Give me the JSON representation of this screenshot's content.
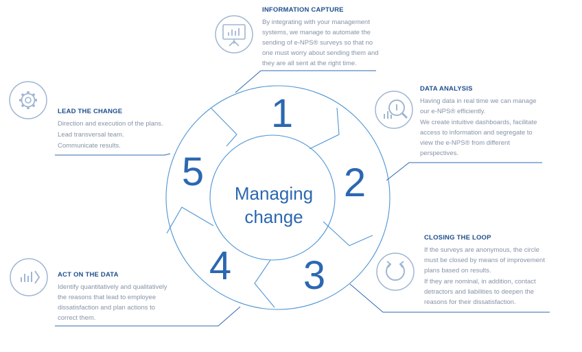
{
  "center": {
    "line1": "Managing",
    "line2": "change"
  },
  "steps": [
    {
      "number": "1",
      "heading": "INFORMATION CAPTURE",
      "icon": "presentation-chart-icon",
      "paragraphs": [
        "By integrating with your management systems, we manage to automate the sending of e-NPS® surveys so that no one must worry about sending them and they are all sent at the right time."
      ]
    },
    {
      "number": "2",
      "heading": "DATA ANALYSIS",
      "icon": "magnifier-chart-icon",
      "paragraphs": [
        "Having data in real time we can manage our e-NPS® efficiently.",
        "We create intuitive dashboards, facilitate access to information and segregate to view the e-NPS® from different perspectives."
      ]
    },
    {
      "number": "3",
      "heading": "CLOSING THE LOOP",
      "icon": "loop-arrows-icon",
      "paragraphs": [
        "If the surveys are anonymous, the circle must be closed by means of improvement plans based on results.",
        "If they are nominal, in addition, contact detractors and liabilities to deepen the reasons for their dissatisfaction."
      ]
    },
    {
      "number": "4",
      "heading": "ACT ON THE DATA",
      "icon": "bar-chart-arrow-icon",
      "paragraphs": [
        "Identify quantitatively and qualitatively the reasons that lead to employee dissatisfaction and plan actions to correct them."
      ]
    },
    {
      "number": "5",
      "heading": "LEAD THE CHANGE",
      "icon": "gear-icon",
      "paragraphs": [
        "Direction and execution of the plans.",
        "Lead transversal team.",
        "Communicate results."
      ]
    }
  ],
  "colors": {
    "accent": "#2c67b1",
    "line": "#4c94d2",
    "heading": "#1e4e8c",
    "body": "#8593a6",
    "icon": "#9fb6d2"
  }
}
